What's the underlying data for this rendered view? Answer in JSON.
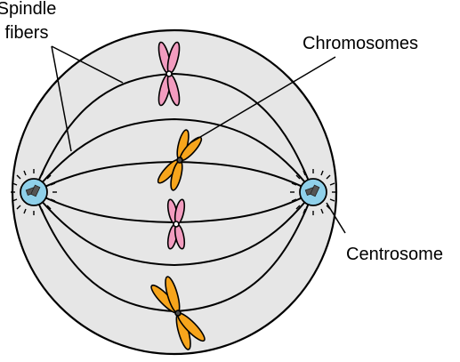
{
  "labels": {
    "spindle_line1": "Spindle",
    "spindle_line2": "fibers",
    "chromosomes": "Chromosomes",
    "centrosome": "Centrosome"
  },
  "colors": {
    "cell_fill": "#e6e6e6",
    "outline": "#000000",
    "centrosome_fill": "#8fd0ea",
    "centriole": "#555555",
    "chromosome_pink": "#f29cbf",
    "chromosome_orange": "#f7a51c",
    "centromere": "#4d4d4d"
  }
}
